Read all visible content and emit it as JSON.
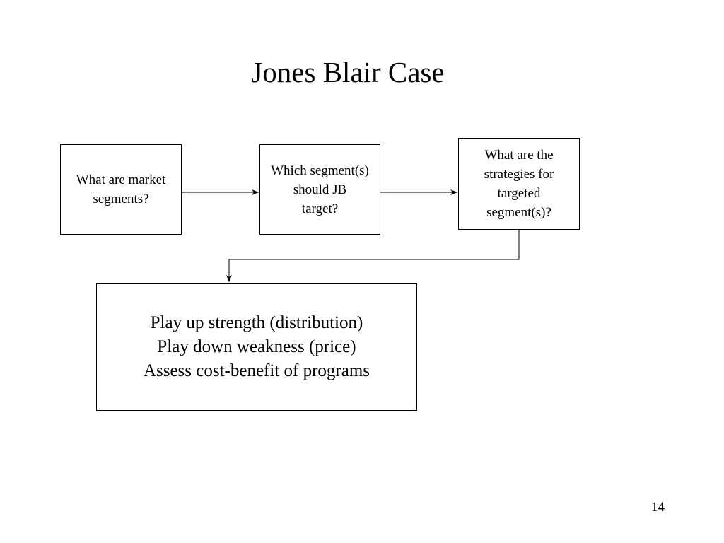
{
  "slide": {
    "title": "Jones Blair Case",
    "page_number": "14"
  },
  "diagram": {
    "boxes": [
      {
        "id": "market-segments",
        "text": "What are market\nsegments?"
      },
      {
        "id": "target-segments",
        "text": "Which segment(s)\nshould JB\ntarget?"
      },
      {
        "id": "strategies",
        "text": "What are the\nstrategies for\ntargeted\nsegment(s)?"
      },
      {
        "id": "actions",
        "text": "Play up strength (distribution)\nPlay down weakness (price)\nAssess cost-benefit of programs"
      }
    ],
    "connectors": [
      {
        "from": "market-segments",
        "to": "target-segments"
      },
      {
        "from": "target-segments",
        "to": "strategies"
      },
      {
        "from": "strategies",
        "to": "actions"
      }
    ]
  }
}
